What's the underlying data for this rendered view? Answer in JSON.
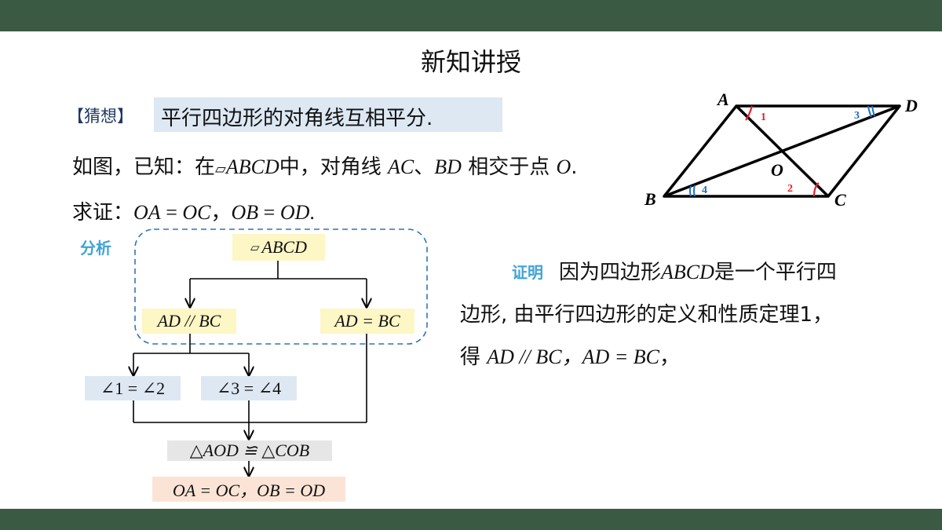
{
  "title": "新知讲授",
  "guess": {
    "label": "【猜想】",
    "text": "平行四边形的对角线互相平分."
  },
  "known": {
    "t1": "如图，已知：在",
    "para_symbol": "▱",
    "name": "ABCD",
    "t2": "中，对角线",
    "ac": "AC",
    "sep": "、",
    "bd": "BD",
    "t3": "相交于点",
    "o": "O",
    "t4": "."
  },
  "prove": {
    "label": "求证：",
    "oa": "OA",
    "eq1": " = ",
    "oc": "OC",
    "comma": "，",
    "ob": "OB",
    "eq2": " = ",
    "od": "OD",
    "end": "."
  },
  "analysis": {
    "label": "分析",
    "n_root": {
      "sym": "▱",
      "name": "ABCD"
    },
    "n_parallel": "AD // BC",
    "n_equal": "AD = BC",
    "n_angle12": "∠1 = ∠2",
    "n_angle34": "∠3 = ∠4",
    "n_congruent": "△AOD ≌ △COB",
    "n_result": "OA = OC，OB = OD"
  },
  "proof": {
    "label": "证明",
    "l1_a": "因为四边形",
    "l1_name": "ABCD",
    "l1_b": "是一个平行四",
    "l2": "边形, 由平行四边形的定义和性质定理1，",
    "l3_a": "得 ",
    "l3_b": "AD // BC，AD = BC",
    "l3_c": "，"
  },
  "figure": {
    "labels": {
      "A": "A",
      "B": "B",
      "C": "C",
      "D": "D",
      "O": "O"
    },
    "angle_marks": {
      "m1": "1",
      "m2": "2",
      "m3": "3",
      "m4": "4"
    },
    "colors": {
      "red_mark": "#e8202a",
      "blue_mark": "#1f6fc0"
    }
  },
  "colors": {
    "bar": "#3b5a44",
    "accent_label": "#3fa3d8",
    "dashed_box": "#2e75b6"
  }
}
